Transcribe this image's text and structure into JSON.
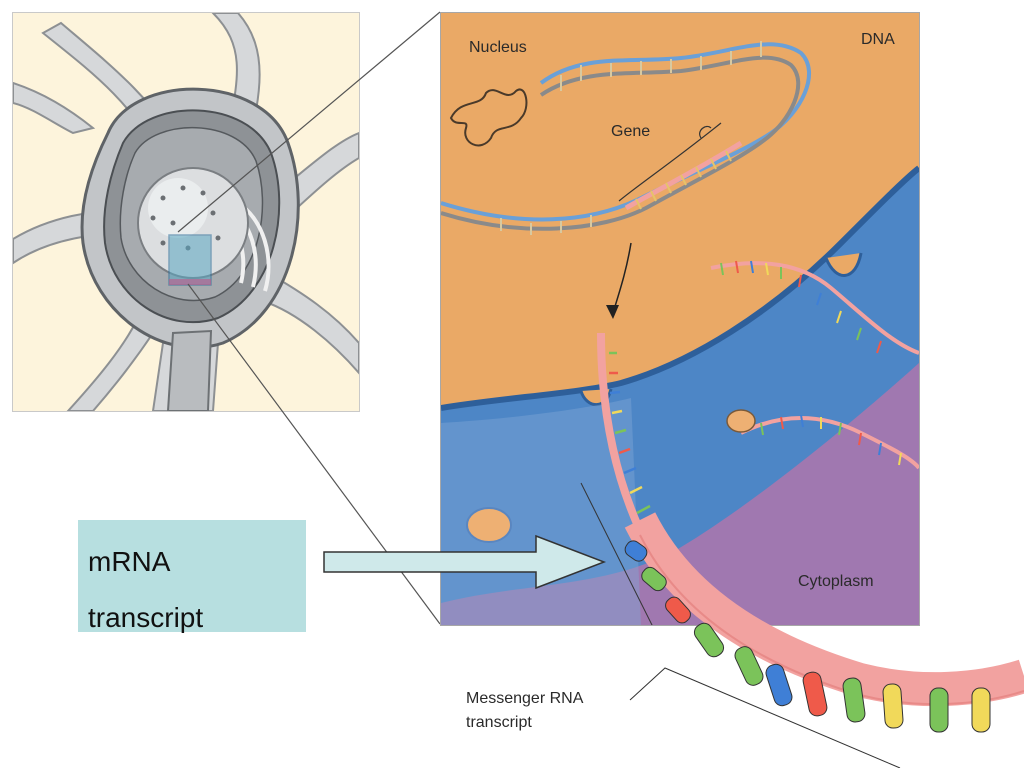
{
  "labels": {
    "nucleus": "Nucleus",
    "dna": "DNA",
    "gene": "Gene",
    "cytoplasm": "Cytoplasm",
    "messenger_rna_line1": "Messenger RNA",
    "messenger_rna_line2": "transcript"
  },
  "callout": {
    "line1": "mRNA",
    "line2": "transcript"
  },
  "colors": {
    "nucleus_bg": "#eaa966",
    "cytoplasm_blue": "#4d86c6",
    "cytoplasm_purple": "#a078b0",
    "mrna_strand": "#f2a2a0",
    "callout_bg": "#b7dfe0",
    "base_colors": [
      "#7bc35a",
      "#3f7fd6",
      "#ef5a4a",
      "#f1d95a"
    ]
  }
}
